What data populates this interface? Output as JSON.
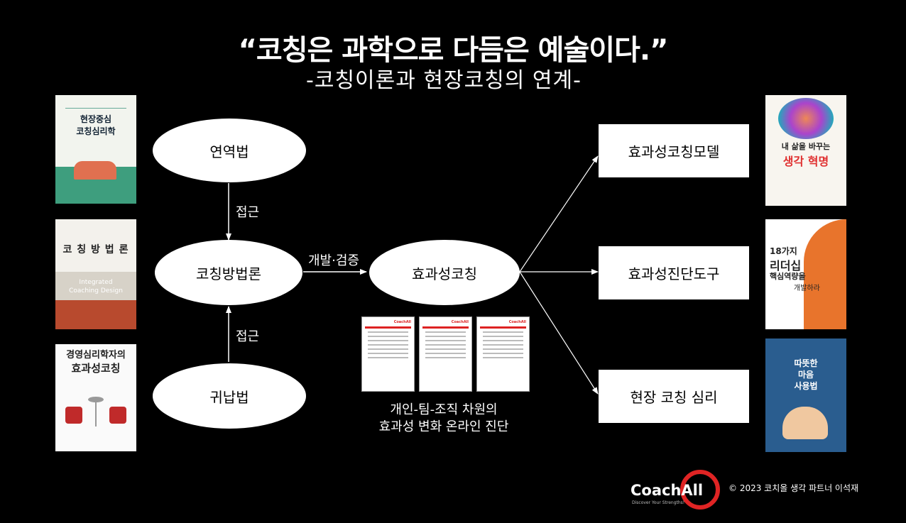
{
  "header": {
    "title": "“코칭은 과학으로 다듬은 예술이다.”",
    "subtitle": "-코칭이론과 현장코칭의 연계-"
  },
  "nodes": {
    "deduction": "연역법",
    "methodology": "코칭방법론",
    "induction": "귀납법",
    "effective": "효과성코칭"
  },
  "edges": {
    "approach_top": "접근",
    "approach_bottom": "접근",
    "develop_verify": "개발·검증"
  },
  "outputs": [
    "효과성코칭모델",
    "효과성진단도구",
    "현장 코칭 심리"
  ],
  "caption": {
    "line1": "개인-팀-조직 차원의",
    "line2": "효과성 변화 온라인 진단"
  },
  "books_left": [
    {
      "title_line1": "현장중심",
      "title_line2": "코칭심리학",
      "color": "#3e9e7e"
    },
    {
      "title": "코 칭 방 법 론",
      "subtitle_line1": "Integrated",
      "subtitle_line2": "Coaching Design",
      "color": "#b84a2e"
    },
    {
      "title_line1": "경영심리학자의",
      "title_line2": "효과성코칭",
      "color": "#c02a2a"
    }
  ],
  "books_right": [
    {
      "title_line1": "내 삶을 바꾸는",
      "title_line2": "생각 혁명",
      "color": "#e03030"
    },
    {
      "title_line1": "18가지",
      "title_line2": "리더십",
      "title_line3": "핵심역량을",
      "title_line4": "개발하라",
      "color": "#e8742c"
    },
    {
      "title_line1": "따뜻한",
      "title_line2": "마음",
      "title_line3": "사용법",
      "color": "#2a5d8f"
    }
  ],
  "reports": [
    {
      "logo": "CoachAll"
    },
    {
      "logo": "CoachAll"
    },
    {
      "logo": "CoachAll"
    }
  ],
  "footer": {
    "logo_text": "CoachAll",
    "logo_tagline": "Discover Your Strengths!",
    "copyright": "© 2023 코치올 생각 파트너 이석재"
  },
  "colors": {
    "background": "#000000",
    "node": "#ffffff",
    "brand": "#e02424"
  }
}
